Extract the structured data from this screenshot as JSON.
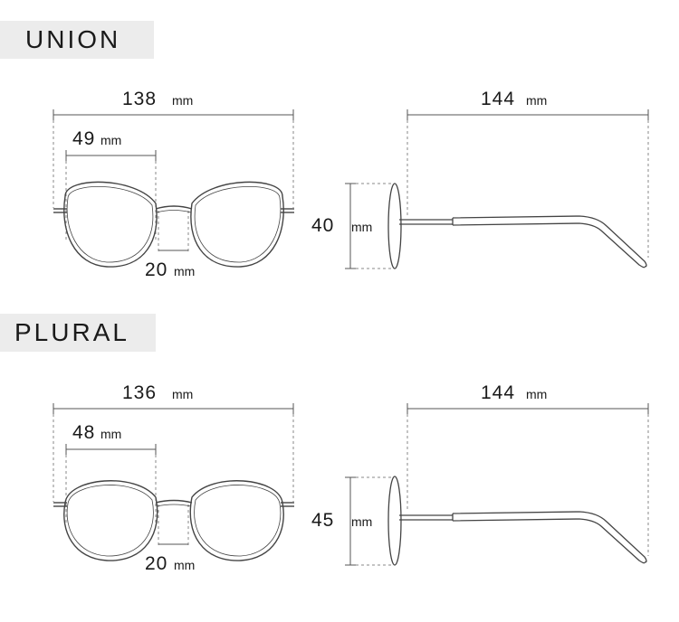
{
  "colors": {
    "tag_bg": "#ececec",
    "line": "#555555",
    "text": "#1a1a1a"
  },
  "sections": [
    {
      "name": "UNION",
      "total_width": {
        "value": "138",
        "unit": "mm"
      },
      "lens_width": {
        "value": "49",
        "unit": "mm"
      },
      "bridge": {
        "value": "20",
        "unit": "mm"
      },
      "lens_height": {
        "value": "40",
        "unit": "mm"
      },
      "temple_length": {
        "value": "144",
        "unit": "mm"
      }
    },
    {
      "name": "PLURAL",
      "total_width": {
        "value": "136",
        "unit": "mm"
      },
      "lens_width": {
        "value": "48",
        "unit": "mm"
      },
      "bridge": {
        "value": "20",
        "unit": "mm"
      },
      "lens_height": {
        "value": "45",
        "unit": "mm"
      },
      "temple_length": {
        "value": "144",
        "unit": "mm"
      }
    }
  ]
}
